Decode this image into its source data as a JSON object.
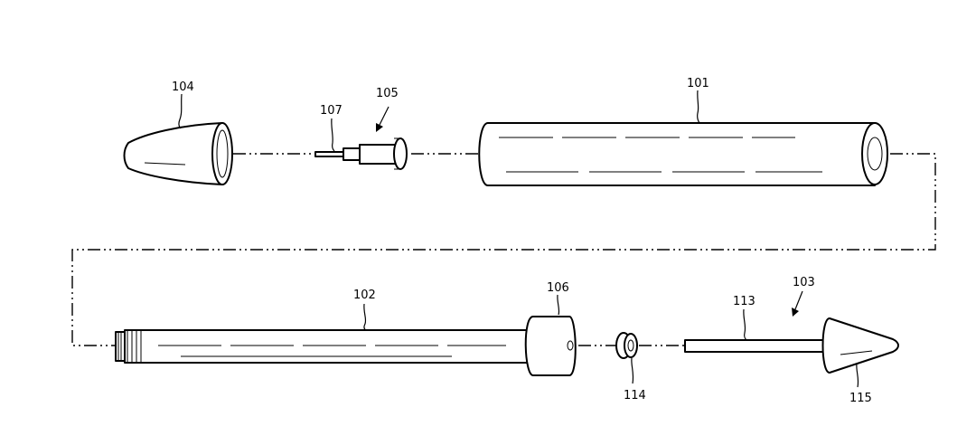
{
  "figure": {
    "labels": {
      "l101": "101",
      "l102": "102",
      "l103": "103",
      "l104": "104",
      "l105": "105",
      "l106": "106",
      "l107": "107",
      "l113": "113",
      "l114": "114",
      "l115": "115"
    }
  }
}
